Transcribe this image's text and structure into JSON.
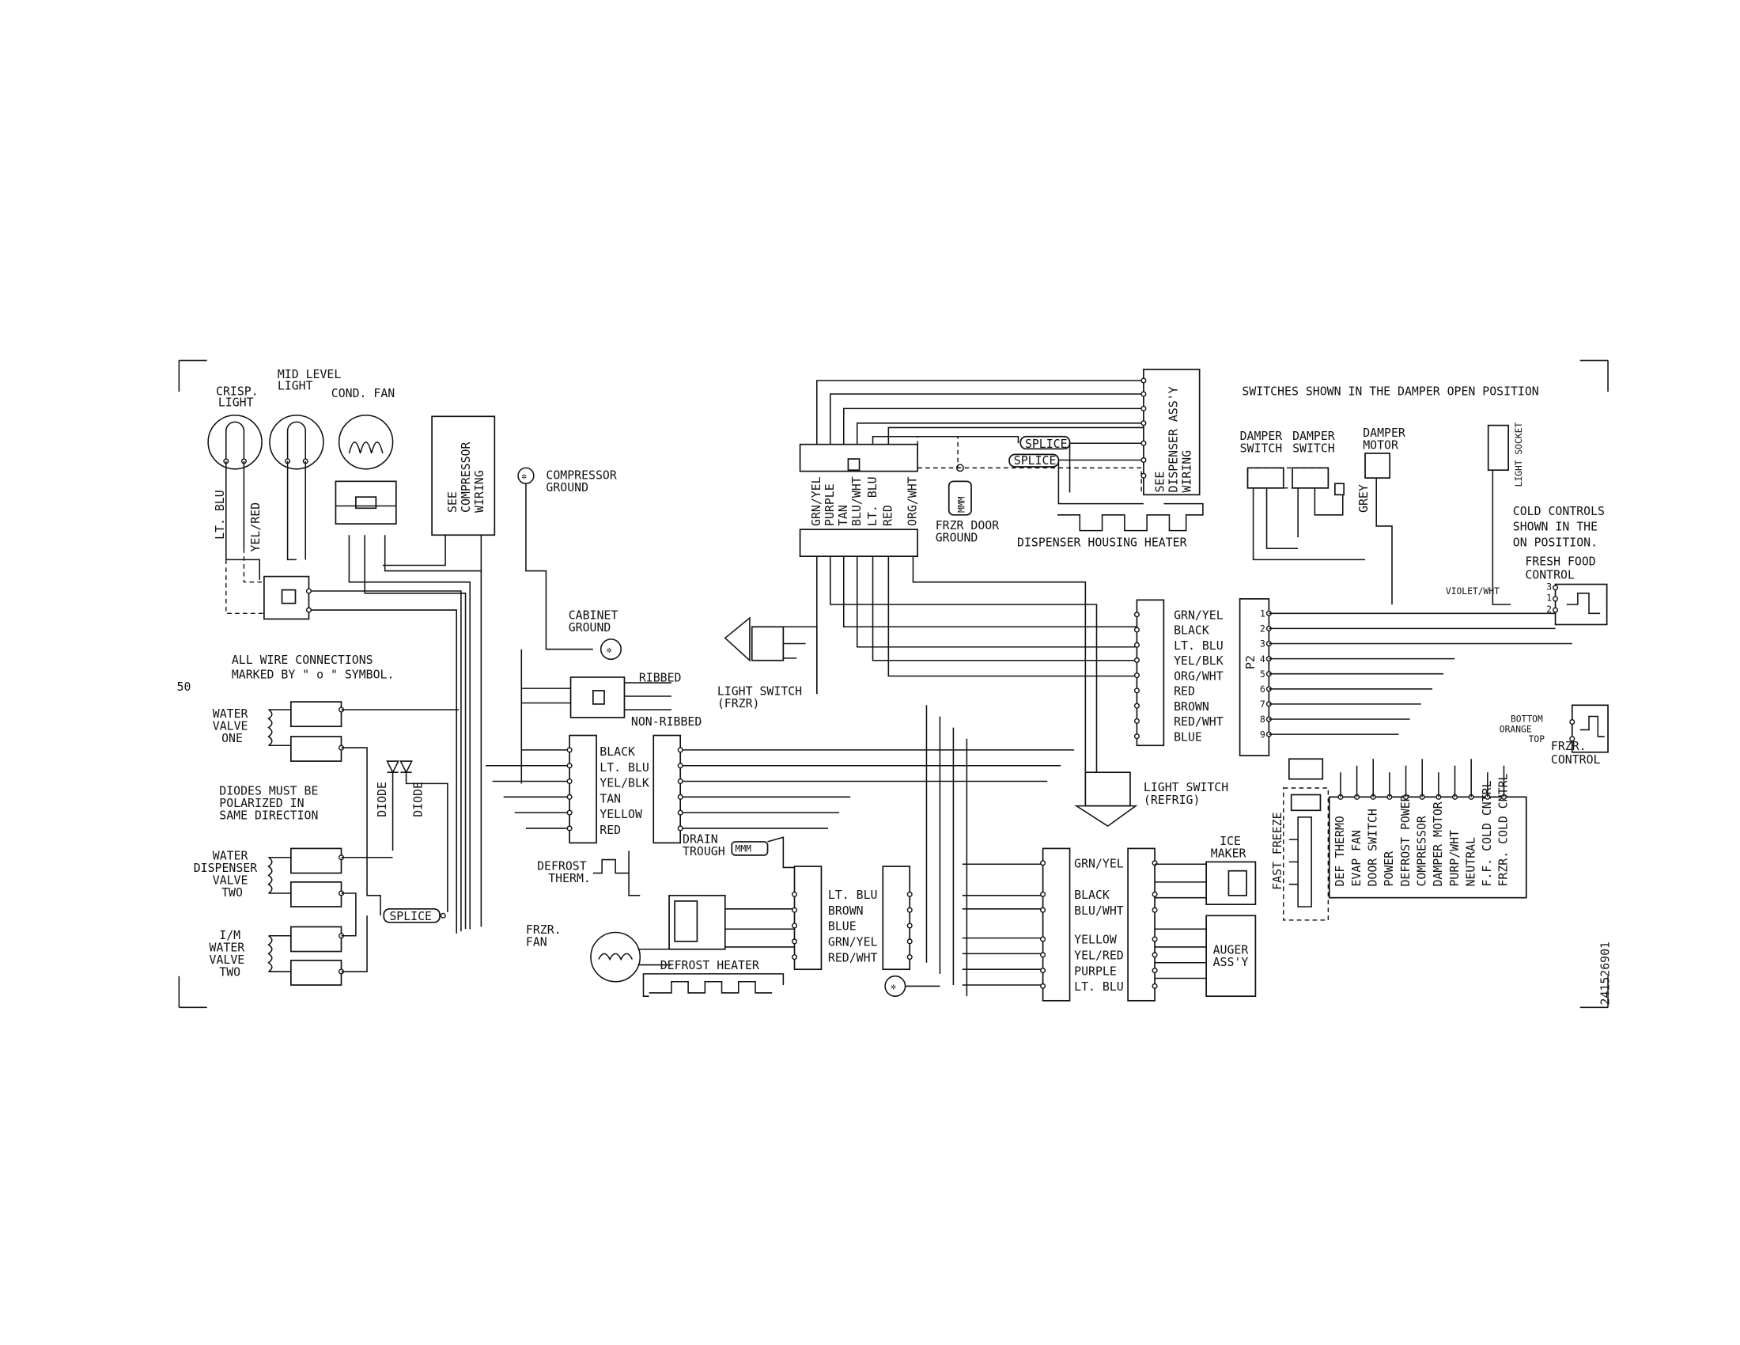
{
  "header_note": "SWITCHES SHOWN IN THE DAMPER OPEN POSITION",
  "drawing_number": "241526901",
  "edge_text": "50",
  "notes": {
    "wire_connections_l1": "ALL WIRE CONNECTIONS",
    "wire_connections_l2": "MARKED BY \" o \" SYMBOL.",
    "diodes_l1": "DIODES MUST BE",
    "diodes_l2": "POLARIZED IN",
    "diodes_l3": "SAME DIRECTION",
    "cold_controls_l1": "COLD CONTROLS",
    "cold_controls_l2": "SHOWN IN THE",
    "cold_controls_l3": "ON POSITION."
  },
  "components": {
    "crisp_light_l1": "CRISP.",
    "crisp_light_l2": "LIGHT",
    "mid_light_l1": "MID LEVEL",
    "mid_light_l2": "LIGHT",
    "cond_fan": "COND. FAN",
    "see_comp_l1": "SEE",
    "see_comp_l2": "COMPRESSOR",
    "see_comp_l3": "WIRING",
    "comp_ground_l1": "COMPRESSOR",
    "comp_ground_l2": "GROUND",
    "cabinet_ground_l1": "CABINET",
    "cabinet_ground_l2": "GROUND",
    "ribbed": "RIBBED",
    "non_ribbed": "NON-RIBBED",
    "water_valve_one": [
      "WATER",
      "VALVE",
      "ONE"
    ],
    "water_disp_valve_two": [
      "WATER",
      "DISPENSER",
      "VALVE",
      "TWO"
    ],
    "im_water_valve_two": [
      "I/M",
      "WATER",
      "VALVE",
      "TWO"
    ],
    "diode": "DIODE",
    "splice": "SPLICE",
    "light_switch_frzr_l1": "LIGHT SWITCH",
    "light_switch_frzr_l2": "(FRZR)",
    "light_switch_refrig_l1": "LIGHT SWITCH",
    "light_switch_refrig_l2": "(REFRIG)",
    "drain_trough_l1": "DRAIN",
    "drain_trough_l2": "TROUGH",
    "defrost_therm_l1": "DEFROST",
    "defrost_therm_l2": "THERM.",
    "frzr_fan_l1": "FRZR.",
    "frzr_fan_l2": "FAN",
    "defrost_heater": "DEFROST HEATER",
    "frzr_door_ground_l1": "FRZR DOOR",
    "frzr_door_ground_l2": "GROUND",
    "dispenser_housing_heater": "DISPENSER HOUSING HEATER",
    "see_dispenser_l1": "SEE",
    "see_dispenser_l2": "DISPENSER ASS'Y",
    "see_dispenser_l3": "WIRING",
    "ice_maker_l1": "ICE",
    "ice_maker_l2": "MAKER",
    "auger_l1": "AUGER",
    "auger_l2": "ASS'Y",
    "damper_switch_1_l1": "DAMPER",
    "damper_switch_1_l2": "SWITCH",
    "damper_switch_2_l1": "DAMPER",
    "damper_switch_2_l2": "SWITCH",
    "damper_motor_l1": "DAMPER",
    "damper_motor_l2": "MOTOR",
    "grey": "GREY",
    "light_socket": "LIGHT SOCKET",
    "fresh_food_control_l1": "FRESH FOOD",
    "fresh_food_control_l2": "CONTROL",
    "violet_wht": "VIOLET/WHT",
    "bottom": "BOTTOM",
    "orange": "ORANGE",
    "top": "TOP",
    "frzr_control_l1": "FRZR.",
    "frzr_control_l2": "CONTROL",
    "fast_freeze": "FAST FREEZE",
    "p2": "P2"
  },
  "wire_lists": {
    "upper_connector": [
      "GRN/YEL",
      "PURPLE",
      "TAN",
      "BLU/WHT",
      "LT. BLU",
      "RED",
      "ORG/WHT"
    ],
    "left_harness": [
      "BLACK",
      "LT. BLU",
      "YEL/BLK",
      "TAN",
      "YELLOW",
      "RED"
    ],
    "right_harness": [
      "GRN/YEL",
      "BLACK",
      "LT. BLU",
      "YEL/BLK",
      "ORG/WHT",
      "RED",
      "BROWN",
      "RED/WHT",
      "BLUE"
    ],
    "fan_harness": [
      "LT. BLU",
      "BROWN",
      "BLUE",
      "GRN/YEL",
      "RED/WHT"
    ],
    "lower_harness": [
      "GRN/YEL",
      "BLACK",
      "BLU/WHT",
      "YELLOW",
      "YEL/RED",
      "PURPLE",
      "LT. BLU"
    ],
    "pin_numbers": [
      "1",
      "2",
      "3",
      "4",
      "5",
      "6",
      "7",
      "8",
      "9"
    ],
    "control_terminals": [
      "DEF THERMO",
      "EVAP FAN",
      "DOOR SWITCH",
      "POWER",
      "DEFROST POWER",
      "COMPRESSOR",
      "DAMPER MOTOR",
      "PURP/WHT",
      "NEUTRAL",
      "F.F. COLD CNTRL",
      "FRZR. COLD CNTRL"
    ],
    "vertical_left": [
      "LT. BLU",
      "YEL/RED"
    ]
  },
  "terminal_numbers": [
    "1",
    "2",
    "3"
  ]
}
